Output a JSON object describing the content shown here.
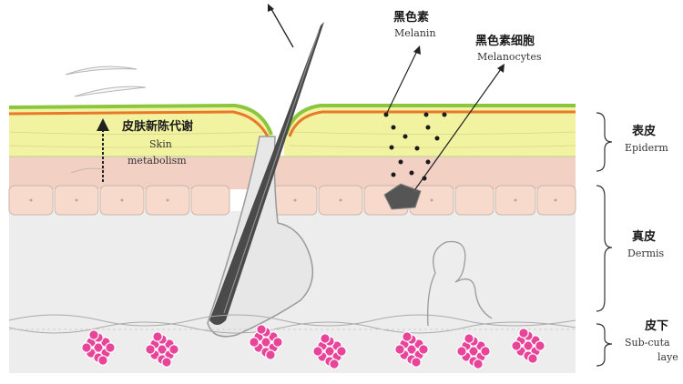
{
  "labels": {
    "melanin_zh": "黑色素",
    "melanin_en": "Melanin",
    "melanocytes_zh": "黑色素细胞",
    "melanocytes_en": "Melanocytes",
    "metabolism_zh": "皮肤新陈代谢",
    "metabolism_en_1": "Skin",
    "metabolism_en_2": "metabolism",
    "epidermis_zh": "表皮",
    "epidermis_en": "Epiderm",
    "dermis_zh": "真皮",
    "dermis_en": "Dermis",
    "subcut_zh": "皮下",
    "subcut_en_1": "Sub-cuta",
    "subcut_en_2": "laye"
  },
  "colors": {
    "stratum_corneum": "#f0f29a",
    "orange_line": "#e8792a",
    "green_edge": "#8cc63f",
    "pink_layer": "#f2cfc2",
    "basal_cells": "#f6d7c8",
    "dermis": "#efefef",
    "fat_cells": "#e8449a",
    "hair": "#4a4a4a"
  }
}
